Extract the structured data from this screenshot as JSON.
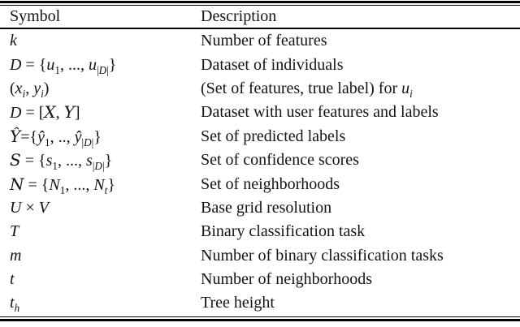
{
  "colors": {
    "background": "#ffffff",
    "text": "#141414",
    "rule": "#000000"
  },
  "table": {
    "columns": [
      "Symbol",
      "Description"
    ],
    "rows": [
      {
        "symbol_html": "<i>k</i>",
        "description_html": "Number of features"
      },
      {
        "symbol_html": "<i>D</i> = {<i>u</i><sub>1</sub>, ..., <i>u</i><sub>|<i>D</i>|</sub>}",
        "description_html": "Dataset of individuals"
      },
      {
        "symbol_html": "(<i>x<sub>i</sub></i>, <i>y<sub>i</sub></i>)",
        "description_html": "(Set of features, true label) for <i>u<sub>i</sub></i>"
      },
      {
        "symbol_html": "<i>D</i> = [<span class='cal'>X</span>, <span class='cal'>Y</span>]",
        "description_html": "Dataset with user features and labels"
      },
      {
        "symbol_html": "<span class='cal'>Ŷ</span>={<i>ŷ</i><sub>1</sub>, .., <i>ŷ</i><sub>|<i>D</i>|</sub>}",
        "description_html": "Set of predicted labels"
      },
      {
        "symbol_html": "<span class='cal'>S</span> = {<i>s</i><sub>1</sub>, ..., <i>s</i><sub>|<i>D</i>|</sub>}",
        "description_html": "Set of confidence scores"
      },
      {
        "symbol_html": "<span class='cal'>N</span> = {<i>N</i><sub>1</sub>, ..., <i>N<sub>t</sub></i>}",
        "description_html": "Set of neighborhoods"
      },
      {
        "symbol_html": "<i>U</i> × <i>V</i>",
        "description_html": "Base grid resolution"
      },
      {
        "symbol_html": "<i>T</i>",
        "description_html": "Binary classification task"
      },
      {
        "symbol_html": "<i>m</i>",
        "description_html": "Number of binary classification tasks"
      },
      {
        "symbol_html": "<i>t</i>",
        "description_html": "Number of neighborhoods"
      },
      {
        "symbol_html": "<i>t<sub>h</sub></i>",
        "description_html": "Tree height"
      }
    ]
  }
}
